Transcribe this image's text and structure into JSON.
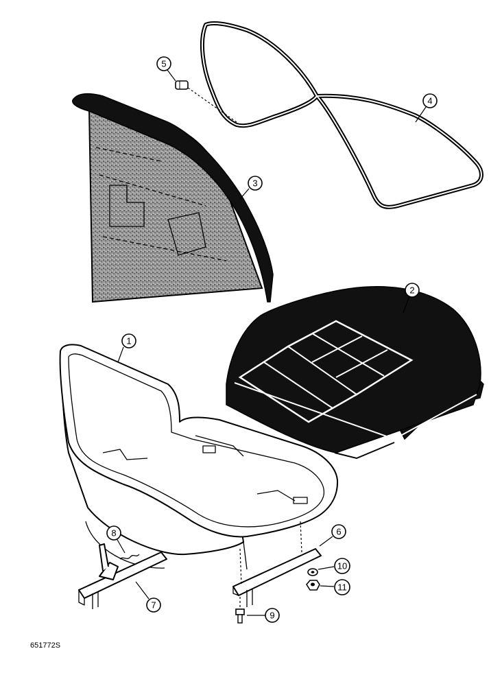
{
  "figure": {
    "reference_code": "651772S"
  },
  "callouts": [
    {
      "id": "callout-1",
      "label": "1"
    },
    {
      "id": "callout-2",
      "label": "2"
    },
    {
      "id": "callout-3",
      "label": "3"
    },
    {
      "id": "callout-4",
      "label": "4"
    },
    {
      "id": "callout-5",
      "label": "5"
    },
    {
      "id": "callout-6",
      "label": "6"
    },
    {
      "id": "callout-7",
      "label": "7"
    },
    {
      "id": "callout-8",
      "label": "8"
    },
    {
      "id": "callout-9",
      "label": "9"
    },
    {
      "id": "callout-10",
      "label": "10"
    },
    {
      "id": "callout-11",
      "label": "11"
    }
  ],
  "colors": {
    "ink": "#000000",
    "paper": "#ffffff",
    "fabric": "#8a8a8a"
  }
}
